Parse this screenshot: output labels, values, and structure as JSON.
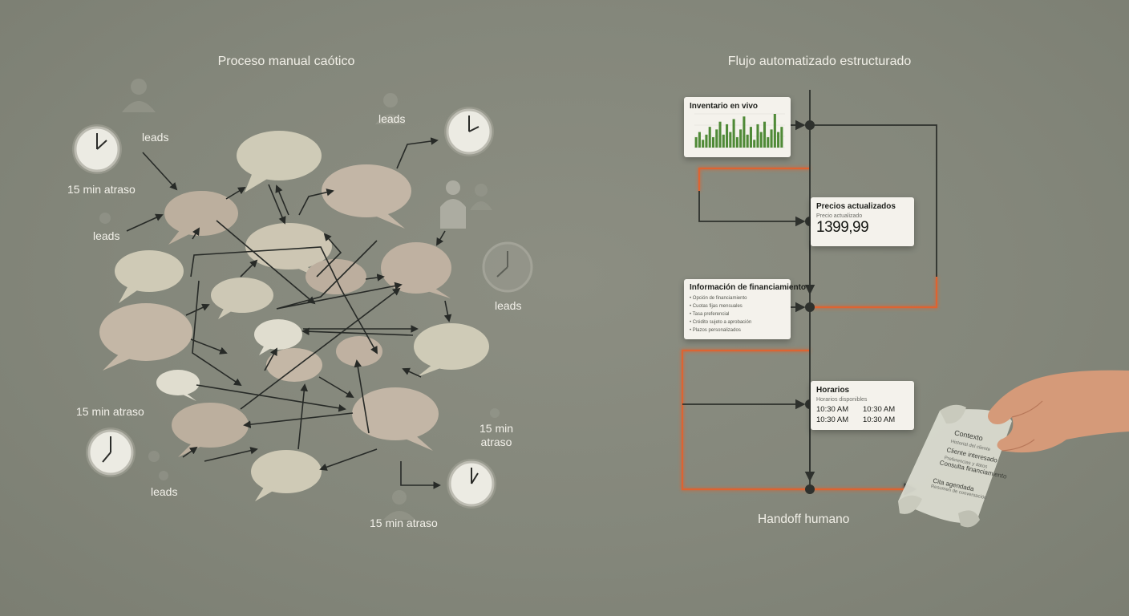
{
  "left": {
    "title": "Proceso manual caótico",
    "labels": [
      "leads",
      "15 min atraso",
      "leads",
      "leads",
      "leads",
      "15 min atraso",
      "15 min\natraso",
      "leads",
      "15 min atraso"
    ]
  },
  "right": {
    "title": "Flujo automatizado estructurado",
    "inventory": {
      "title": "Inventario en vivo",
      "bars": [
        4,
        6,
        3,
        5,
        8,
        4,
        7,
        10,
        5,
        9,
        6,
        11,
        4,
        7,
        12,
        5,
        8,
        3,
        9,
        6,
        10,
        4,
        7,
        13,
        6,
        8
      ]
    },
    "pricing": {
      "title": "Precios actualizados",
      "sub": "Precio actualizado",
      "value": "1399,99"
    },
    "financing": {
      "title": "Información de financiamiento",
      "items": [
        "Opción de financiamiento",
        "Cuotas fijas mensuales",
        "Tasa preferencial",
        "Crédito sujeto a aprobación",
        "Plazos personalizados"
      ]
    },
    "hours": {
      "title": "Horarios",
      "sub": "Horarios disponibles",
      "slots": [
        "10:30 AM",
        "10:30 AM",
        "10:30 AM",
        "10:30 AM"
      ]
    },
    "handoff": "Handoff humano",
    "scroll": {
      "title": "Contexto",
      "lines": [
        "Cliente interesado",
        "Consulta financiamiento",
        "Cita agendada"
      ],
      "small": [
        "Historial del cliente",
        "Preferencias y datos",
        "Resumen de conversación"
      ]
    }
  },
  "colors": {
    "line": "#2f3330",
    "accent": "#e2622f",
    "bar": "#4f8a37"
  }
}
